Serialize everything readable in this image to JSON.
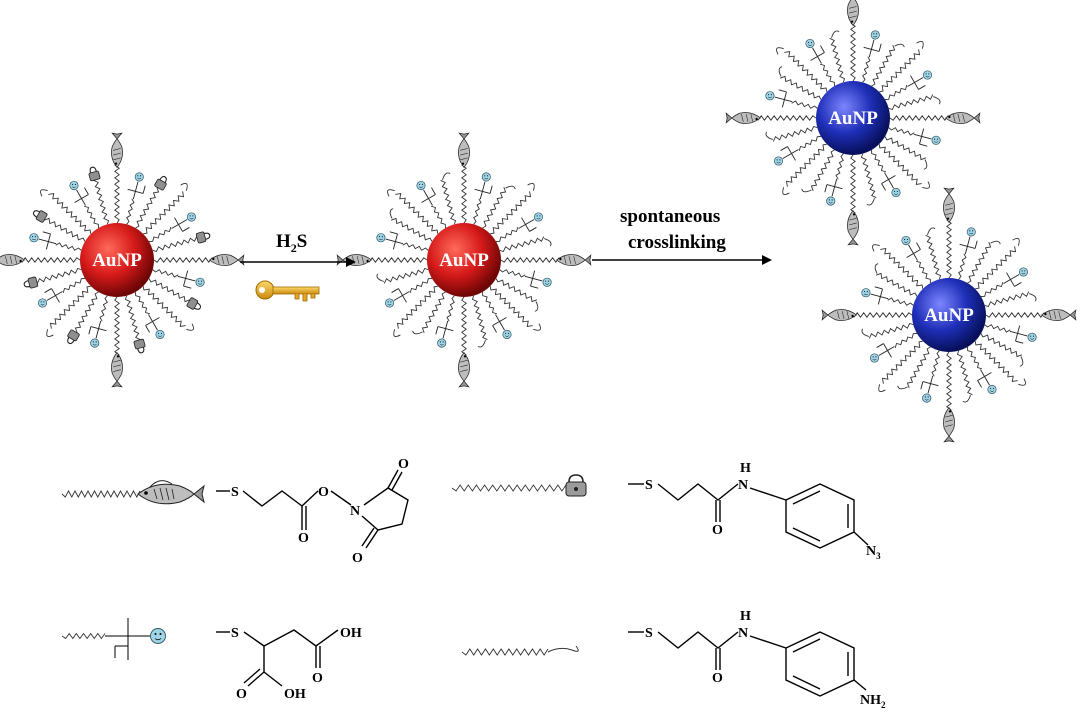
{
  "particles": [
    {
      "label": "AuNP",
      "state": "initial",
      "color": "#d61a1a",
      "ligands": "mixed-locked"
    },
    {
      "label": "AuNP",
      "state": "activated",
      "color": "#d61a1a",
      "ligands": "mixed-unlocked"
    },
    {
      "label": "AuNP",
      "state": "crosslinked",
      "color": "#1f2fb8",
      "ligands": "mixed-unlocked"
    },
    {
      "label": "AuNP",
      "state": "crosslinked",
      "color": "#1f2fb8",
      "ligands": "mixed-unlocked"
    }
  ],
  "steps": [
    {
      "reagent": "H",
      "reagent_sub": "2",
      "reagent_tail": "S",
      "icon": "key-icon"
    },
    {
      "line1": "spontaneous",
      "line2": "crosslinking"
    }
  ],
  "legend": [
    {
      "icon": "fish-ligand-icon",
      "group": "NHS-ester",
      "atoms": {
        "S": "S",
        "O1": "O",
        "O2": "O",
        "O3": "O",
        "O4": "O",
        "N": "N"
      }
    },
    {
      "icon": "lock-ligand-icon",
      "group": "aryl-azide",
      "atoms": {
        "S": "S",
        "H": "H",
        "N": "N",
        "O": "O",
        "N3": "N",
        "N3_sub": "3"
      }
    },
    {
      "icon": "smiley-ligand-icon",
      "group": "succinic-acid",
      "atoms": {
        "S": "S",
        "OH1": "OH",
        "O1": "O",
        "O2": "O",
        "OH2": "OH"
      }
    },
    {
      "icon": "hook-ligand-icon",
      "group": "aniline",
      "atoms": {
        "S": "S",
        "H": "H",
        "N": "N",
        "O": "O",
        "NH2": "NH",
        "NH2_sub": "2"
      }
    }
  ]
}
